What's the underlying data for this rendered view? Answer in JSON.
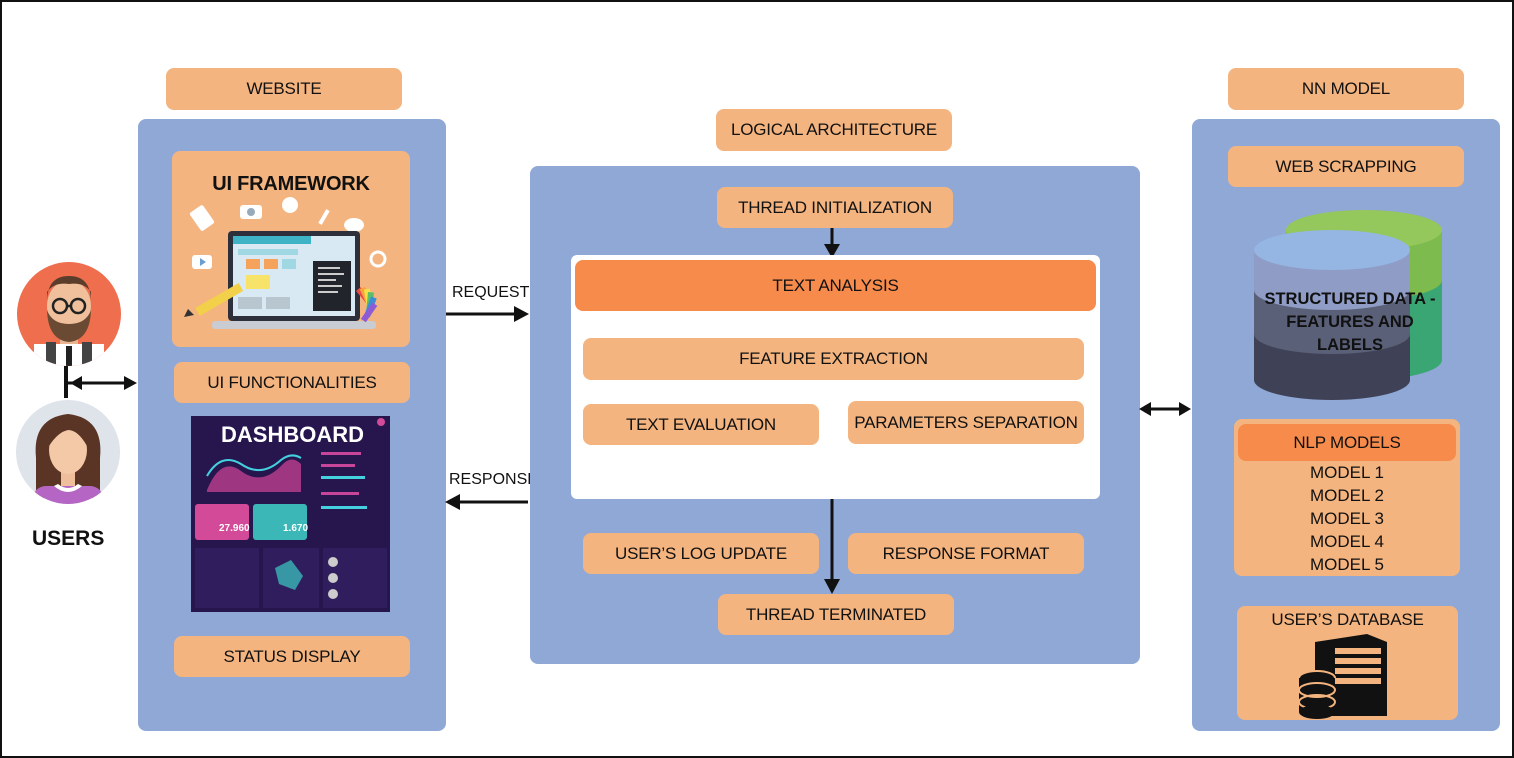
{
  "users": {
    "label": "USERS"
  },
  "website": {
    "title": "WEBSITE",
    "ui_framework": "UI FRAMEWORK",
    "ui_functionalities": "UI FUNCTIONALITIES",
    "dashboard": "DASHBOARD",
    "dashboard_value_1": "27.960",
    "dashboard_value_2": "1.670",
    "status_display": "STATUS DISPLAY"
  },
  "flow": {
    "request": "REQUEST",
    "response": "RESPONSE"
  },
  "logical": {
    "title": "LOGICAL ARCHITECTURE",
    "thread_init": "THREAD INITIALIZATION",
    "text_analysis": "TEXT ANALYSIS",
    "feature_extraction": "FEATURE EXTRACTION",
    "text_evaluation": "TEXT EVALUATION",
    "parameters_separation": "PARAMETERS SEPARATION",
    "log_update": "USER’S LOG UPDATE",
    "response_format": "RESPONSE FORMAT",
    "thread_terminated": "THREAD TERMINATED"
  },
  "nn": {
    "title": "NN MODEL",
    "web_scrapping": "WEB SCRAPPING",
    "structured_data": "STRUCTURED DATA - FEATURES AND LABELS",
    "nlp_models": "NLP MODELS",
    "models": [
      "MODEL 1",
      "MODEL 2",
      "MODEL 3",
      "MODEL 4",
      "MODEL 5"
    ],
    "users_database": "USER’S DATABASE"
  },
  "colors": {
    "panel": "#8fa8d6",
    "chip": "#f4b47f",
    "chip_dark": "#f68b4c"
  }
}
